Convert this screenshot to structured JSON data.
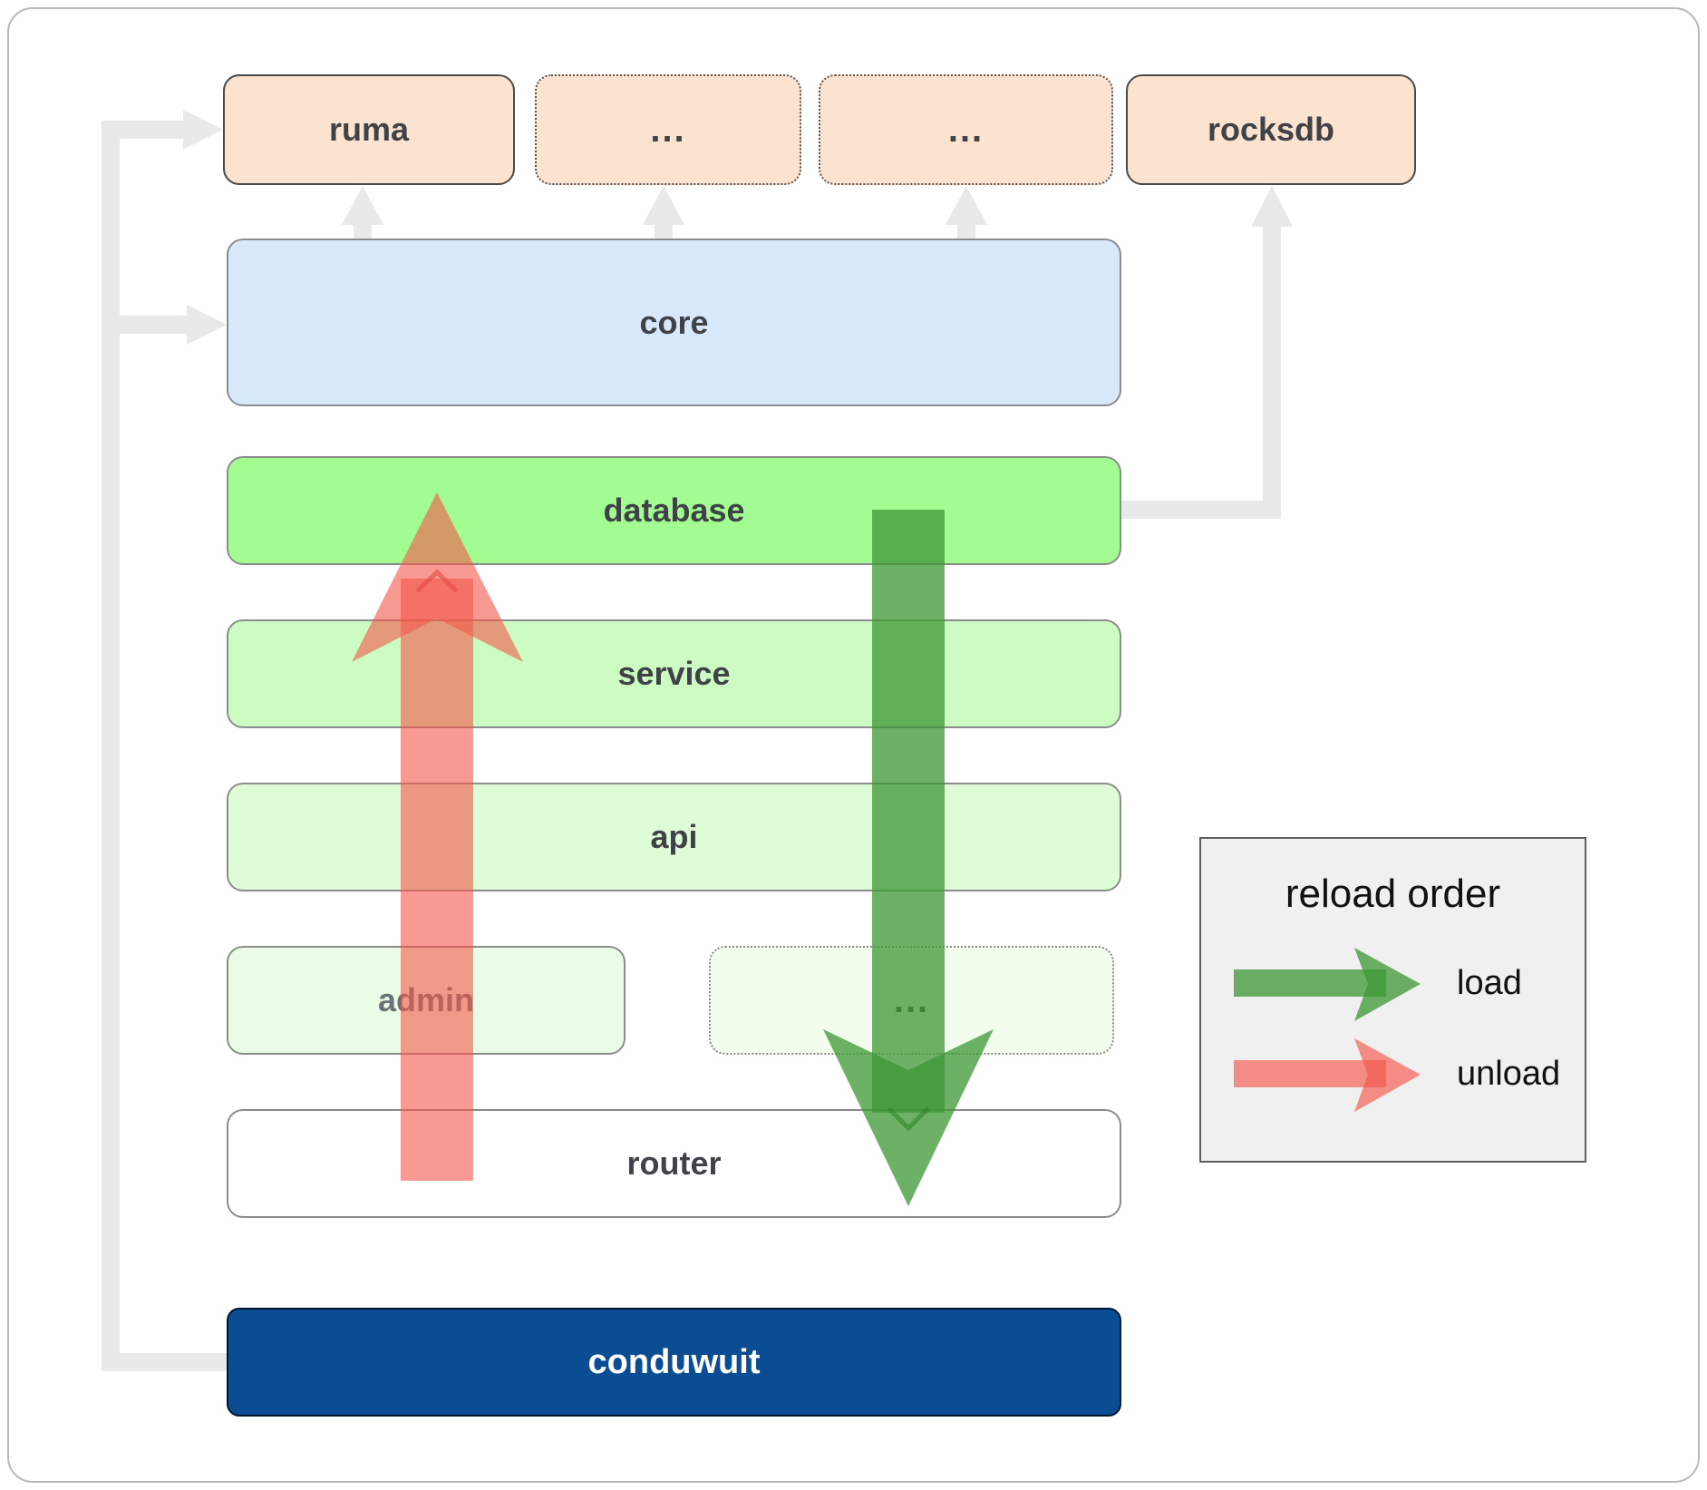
{
  "diagram": {
    "boxes": {
      "ruma": "ruma",
      "dots_top_1": "...",
      "dots_top_2": "...",
      "rocksdb": "rocksdb",
      "core": "core",
      "database": "database",
      "service": "service",
      "api": "api",
      "admin": "admin",
      "dots_admin": "...",
      "router": "router",
      "conduwuit": "conduwuit"
    },
    "icons": {
      "load_arrow": "load-arrow-down-green",
      "unload_arrow": "unload-arrow-up-red",
      "connector_arrows": "gray-dependency-arrows"
    }
  },
  "legend": {
    "title": "reload order",
    "items": [
      {
        "label": "load",
        "arrow_color": "#3c9734"
      },
      {
        "label": "unload",
        "arrow_color": "#f4564a"
      }
    ]
  },
  "colors": {
    "canvas_bg": "#ffffff",
    "frame_border": "#b8b8b8",
    "peach_fill": "#fce3cf",
    "blue_fill": "#d6e8fa",
    "green_fill": "#a3fc91",
    "green_light_fill": "#cdfcc3",
    "green_lighter_fill": "#defcd6",
    "green_faint_fill": "#eafce5",
    "green_faintest_fill": "#f2fdee",
    "router_fill": "#ffffff",
    "navy_fill": "#0b4d92",
    "dark_border": "#4a4a4a",
    "gray_border": "#8c8c8c",
    "label_text": "#3f4347",
    "admin_text": "#6d7277",
    "conduwuit_text": "#ffffff",
    "connector_gray": "#e9e9e9",
    "load_green": "#3c9734",
    "unload_red": "#f4564a",
    "legend_bg": "#f0f0f0",
    "legend_border": "#5f5f5f",
    "legend_text": "#111111"
  }
}
